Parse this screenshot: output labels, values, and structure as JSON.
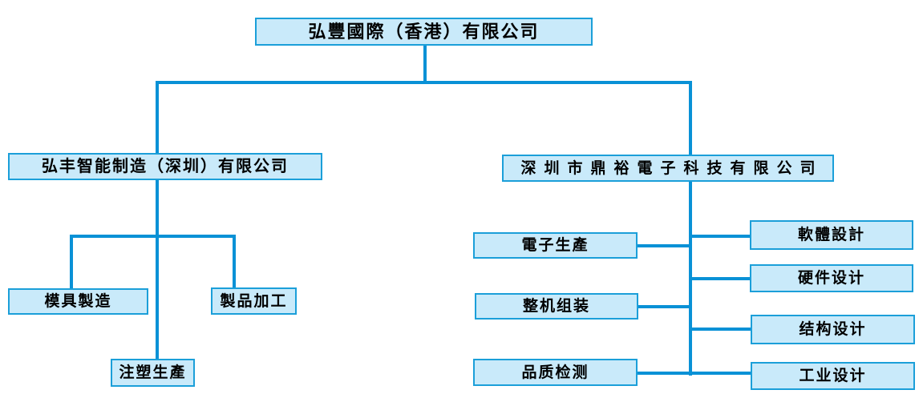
{
  "colors": {
    "line": "#0991d6",
    "box_border": "#1b9fd9",
    "box_fill": "#c9eafa",
    "text": "#000000",
    "background": "#ffffff"
  },
  "org": {
    "root": {
      "label": "弘豐國際（香港）有限公司"
    },
    "left": {
      "label": "弘丰智能制造（深圳）有限公司",
      "children": [
        {
          "label": "模具製造"
        },
        {
          "label": "製品加工"
        },
        {
          "label": "注塑生產"
        }
      ]
    },
    "right": {
      "label": "深圳市鼎裕電子科技有限公司",
      "production": [
        {
          "label": "電子生產"
        },
        {
          "label": "整机组装"
        },
        {
          "label": "品质检测"
        }
      ],
      "design": [
        {
          "label": "軟體設計"
        },
        {
          "label": "硬件设计"
        },
        {
          "label": "结构设计"
        },
        {
          "label": "工业设计"
        }
      ]
    }
  }
}
